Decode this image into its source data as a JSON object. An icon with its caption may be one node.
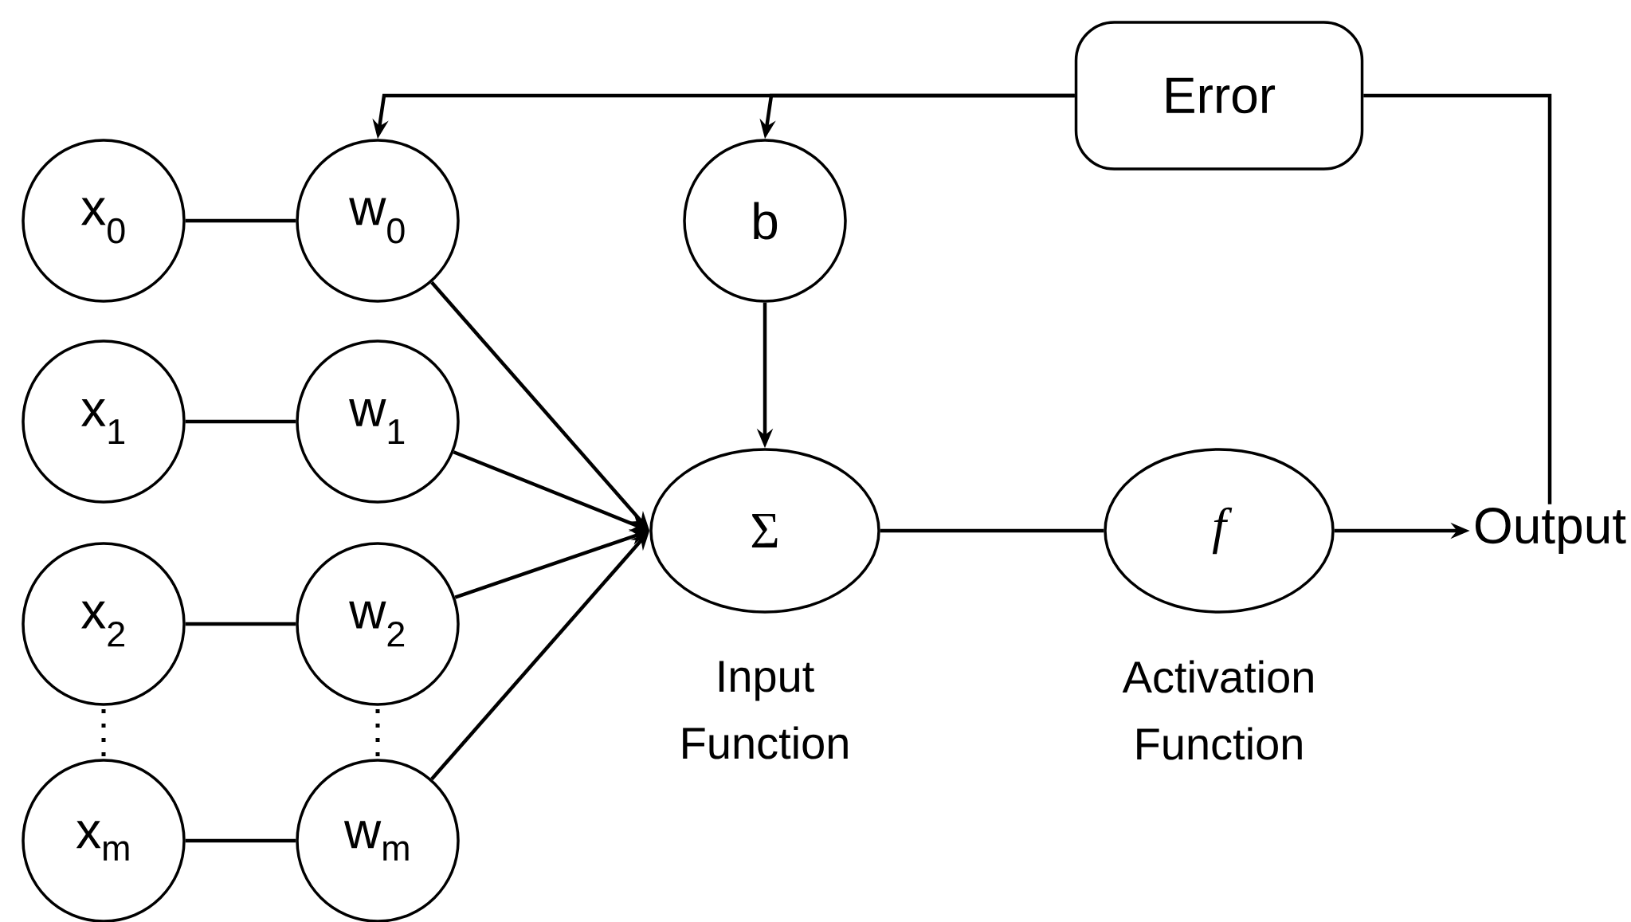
{
  "diagram": {
    "nodes": [
      {
        "text": [
          "Error"
        ]
      },
      {
        "text": [
          "x$_{0}$"
        ]
      },
      {
        "text": [
          "w$_{0}$"
        ]
      },
      {
        "text": [
          "b"
        ]
      },
      {
        "text": [
          "x$_{1}$"
        ]
      },
      {
        "text": [
          "w$_{1}$"
        ]
      },
      {
        "text": [
          "x$_{2}$"
        ]
      },
      {
        "text": [
          "w$_{2}$"
        ]
      },
      {
        "text": [
          "x$_{m}$"
        ]
      },
      {
        "text": [
          "w$_{m}$"
        ]
      },
      {
        "text": [
          "Σ"
        ],
        "beside": [
          "Input Function"
        ]
      },
      {
        "text": [
          "f"
        ],
        "beside": [
          "Activation Function"
        ]
      },
      {
        "text": [
          "Output"
        ]
      }
    ],
    "edges": [
      {
        "from": 1,
        "to": 2,
        "arrow": "none"
      },
      {
        "from": 4,
        "to": 5,
        "arrow": "none"
      },
      {
        "from": 6,
        "to": 7,
        "arrow": "none"
      },
      {
        "from": 8,
        "to": 9,
        "arrow": "none"
      },
      {
        "from": 2,
        "to": 10,
        "arrow": "to"
      },
      {
        "from": 5,
        "to": 10,
        "arrow": "to"
      },
      {
        "from": 7,
        "to": 10,
        "arrow": "to"
      },
      {
        "from": 9,
        "to": 10,
        "arrow": "to"
      },
      {
        "from": 3,
        "to": 10,
        "arrow": "to"
      },
      {
        "from": 10,
        "to": 11,
        "arrow": "none"
      },
      {
        "from": 11,
        "to": 12,
        "arrow": "to"
      },
      {
        "from": 12,
        "to": 0,
        "arrow": "none"
      },
      {
        "from": 0,
        "to": 2,
        "arrow": "to"
      },
      {
        "from": 0,
        "to": 3,
        "arrow": "to"
      }
    ]
  }
}
